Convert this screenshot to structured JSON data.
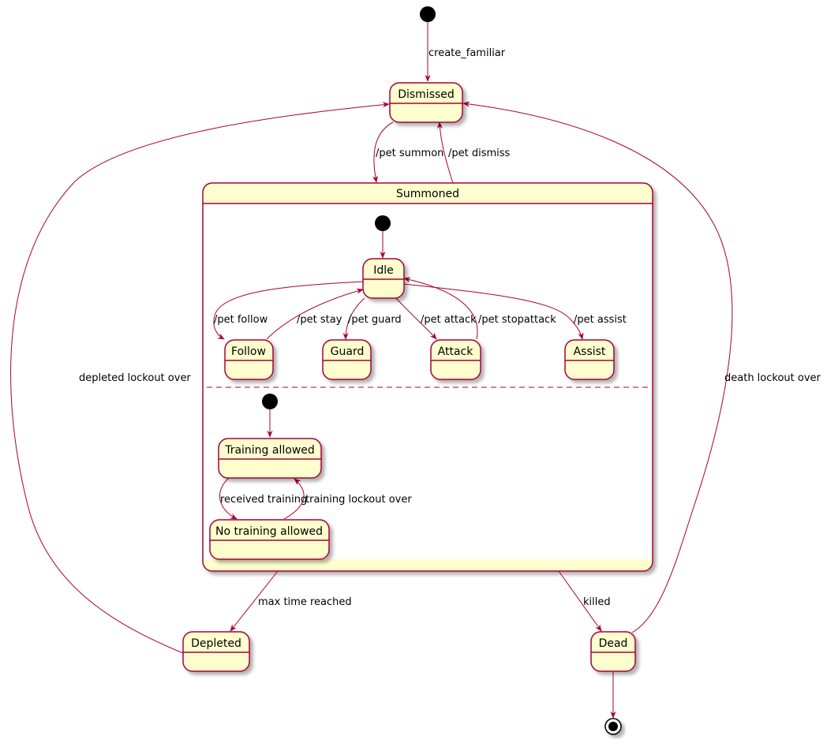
{
  "colors": {
    "state_fill": "#FEFECE",
    "state_border": "#A80036",
    "arrow": "#A80036",
    "initial_node": "#000000"
  },
  "composite": {
    "label": "Summoned"
  },
  "states": {
    "dismissed": "Dismissed",
    "idle": "Idle",
    "follow": "Follow",
    "guard": "Guard",
    "attack": "Attack",
    "assist": "Assist",
    "training_allowed": "Training allowed",
    "no_training_allowed": "No training allowed",
    "depleted": "Depleted",
    "dead": "Dead"
  },
  "transitions": {
    "create_familiar": "create_familiar",
    "pet_summon": "/pet summon",
    "pet_dismiss": "/pet dismiss",
    "pet_follow": "/pet follow",
    "pet_stay": "/pet stay",
    "pet_guard": "/pet guard",
    "pet_attack": "/pet attack",
    "pet_stopattack": "/pet stopattack",
    "pet_assist": "/pet assist",
    "received_training": "received training",
    "training_lockout_over": "training lockout over",
    "max_time_reached": "max time reached",
    "killed": "killed",
    "depleted_lockout_over": "depleted lockout over",
    "death_lockout_over": "death lockout over"
  }
}
